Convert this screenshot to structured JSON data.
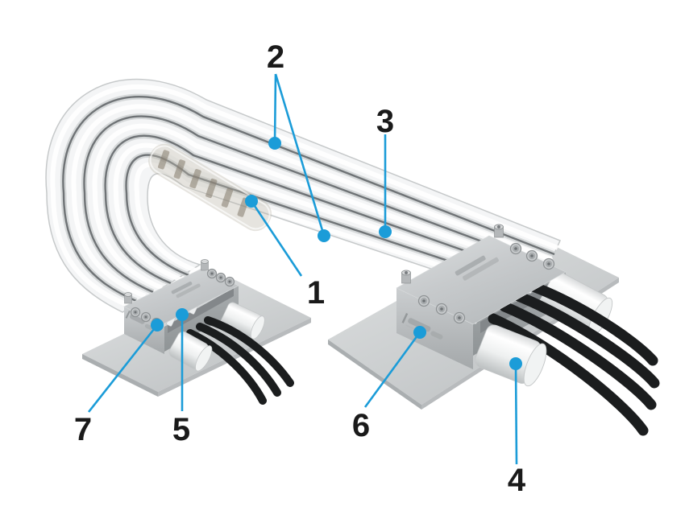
{
  "figure": {
    "type": "product-callout-diagram",
    "description": "Looped flat multi-tube bundle clamped in two connector blocks on mounting plates, with black tubes and white fitting sleeves, annotated with numbered callouts",
    "background_color": "#ffffff",
    "accent_color": "#1b9cd8",
    "label_color": "#1a1a1a",
    "metal_color": "#c2c6c8",
    "tube_color": "#f4f5f6",
    "cable_color": "#1b1d1e",
    "callouts": [
      {
        "id": "1",
        "label": "1"
      },
      {
        "id": "2",
        "label": "2"
      },
      {
        "id": "3",
        "label": "3"
      },
      {
        "id": "4",
        "label": "4"
      },
      {
        "id": "5",
        "label": "5"
      },
      {
        "id": "6",
        "label": "6"
      },
      {
        "id": "7",
        "label": "7"
      }
    ]
  }
}
